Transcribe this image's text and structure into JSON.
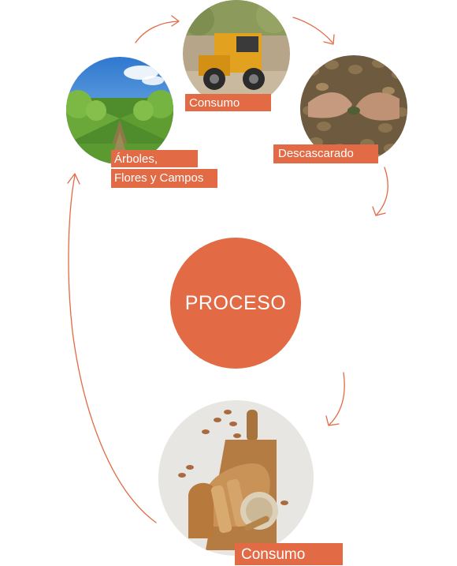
{
  "center": {
    "title": "PROCESO"
  },
  "steps": [
    {
      "label_line1": "Árboles,",
      "label_line2": "Flores y Campos",
      "image": "almond-orchard-photo"
    },
    {
      "label": "Consumo",
      "image": "harvester-machine-photo"
    },
    {
      "label": "Descascarado",
      "image": "almonds-in-hands-photo"
    },
    {
      "label": "Consumo",
      "image": "almond-bread-photo"
    }
  ],
  "colors": {
    "accent": "#e26a45",
    "background": "#ffffff",
    "label_text": "#ffffff"
  }
}
